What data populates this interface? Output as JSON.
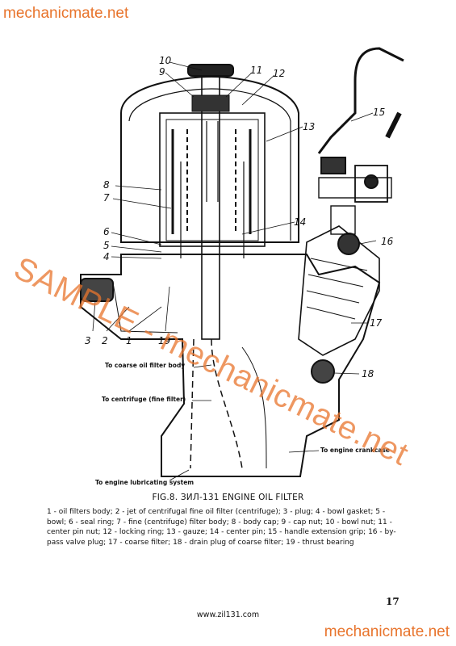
{
  "branding": {
    "top_label": "mechanicmate.net",
    "bottom_label": "mechanicmate.net",
    "watermark_text": "SAMPLE - mechanicmate.net",
    "accent_color": "#e8742c"
  },
  "figure": {
    "part_numbers": [
      "10",
      "9",
      "11",
      "12",
      "13",
      "8",
      "7",
      "6",
      "5",
      "4",
      "14",
      "16",
      "15",
      "3",
      "2",
      "1",
      "19",
      "17",
      "18"
    ],
    "callouts": {
      "coarse_filter_body": "To coarse oil filter body",
      "centrifuge": "To centrifuge (fine filter)",
      "crankcase": "To engine crankcase",
      "lubricating_system": "To engine lubricating system"
    },
    "caption": "FIG.8. ЗИЛ-131 ENGINE OIL FILTER",
    "legend": "1 - oil filters body; 2 - jet of centrifugal fine oil filter (centrifuge); 3 - plug; 4 - bowl gasket; 5 - bowl; 6 - seal ring; 7 - fine (centrifuge) filter body; 8 - body cap; 9 - cap nut; 10 - bowl nut; 11 - center pin nut; 12 - locking ring; 13 - gauze; 14 - center pin; 15 - handle extension grip; 16 - by-pass valve plug; 17 - coarse filter; 18 - drain plug of coarse filter; 19 - thrust bearing"
  },
  "footer": {
    "page_number": "17",
    "site_url": "www.zil131.com"
  }
}
